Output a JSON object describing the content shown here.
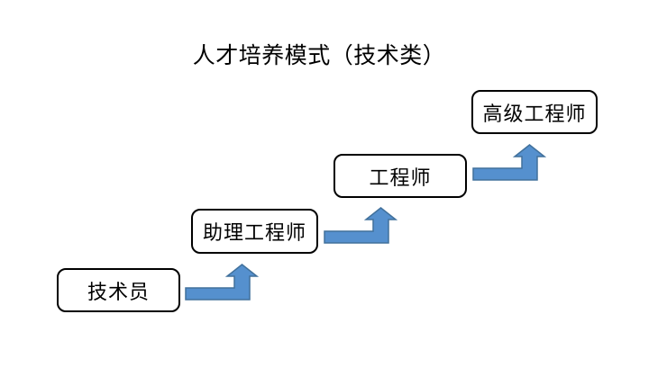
{
  "title": "人才培养模式（技术类）",
  "diagram": {
    "type": "staircase-progression",
    "steps": [
      {
        "label": "技术员"
      },
      {
        "label": "助理工程师"
      },
      {
        "label": "工程师"
      },
      {
        "label": "高级工程师"
      }
    ],
    "connectors": [
      {
        "from": "技术员",
        "to": "助理工程师",
        "shape": "bent-up-arrow"
      },
      {
        "from": "助理工程师",
        "to": "工程师",
        "shape": "bent-up-arrow"
      },
      {
        "from": "工程师",
        "to": "高级工程师",
        "shape": "bent-up-arrow"
      }
    ]
  },
  "colors": {
    "background": "#ffffff",
    "text": "#000000",
    "box_border": "#000000",
    "arrow_fill": "#5590CE",
    "arrow_stroke": "#41719C"
  }
}
